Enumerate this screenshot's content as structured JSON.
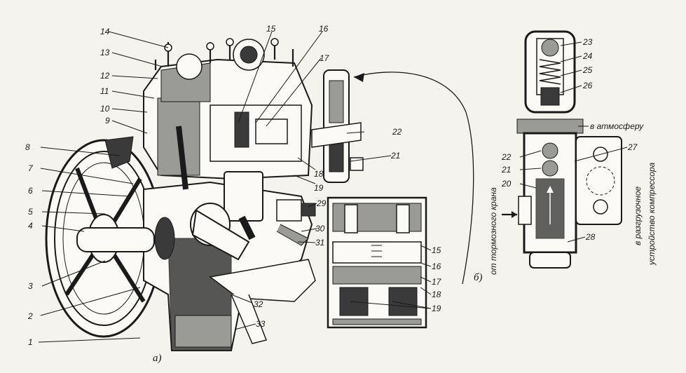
{
  "diagram_a": {
    "caption": "а)",
    "labels": {
      "l1": "1",
      "l2": "2",
      "l3": "3",
      "l4": "4",
      "l5": "5",
      "l6": "6",
      "l7": "7",
      "l8": "8",
      "l9": "9",
      "l10": "10",
      "l11": "11",
      "l12": "12",
      "l13": "13",
      "l14": "14",
      "l15": "15",
      "l16": "16",
      "l17": "17",
      "l18": "18",
      "l19": "19",
      "l21": "21",
      "l22": "22",
      "l29": "29",
      "l30": "30",
      "l31": "31",
      "l32": "32",
      "l33": "33"
    },
    "inset_labels": {
      "l15": "15",
      "l16": "16",
      "l17": "17",
      "l18": "18",
      "l19": "19"
    }
  },
  "diagram_b": {
    "caption": "б)",
    "labels": {
      "l20": "20",
      "l21": "21",
      "l22": "22",
      "l23": "23",
      "l24": "24",
      "l25": "25",
      "l26": "26",
      "l27": "27",
      "l28": "28"
    },
    "to_atmosphere": "в атмосферу",
    "from_brake_valve": "от тормозного крана",
    "to_unloader": "в разгрузочное",
    "to_unloader_2": "устройство компрессора"
  }
}
